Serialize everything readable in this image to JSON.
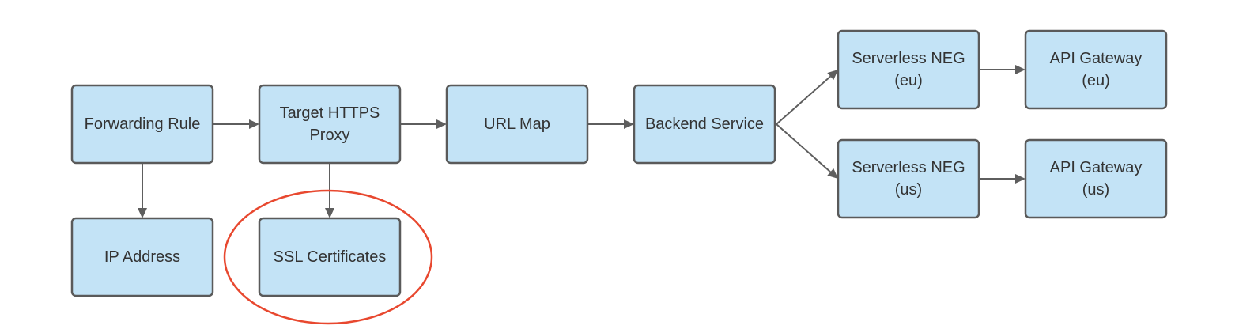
{
  "diagram": {
    "nodes": {
      "forwarding_rule": {
        "lines": [
          "Forwarding Rule"
        ]
      },
      "target_https_proxy": {
        "lines": [
          "Target HTTPS",
          "Proxy"
        ]
      },
      "url_map": {
        "lines": [
          "URL Map"
        ]
      },
      "backend_service": {
        "lines": [
          "Backend Service"
        ]
      },
      "serverless_neg_eu": {
        "lines": [
          "Serverless NEG",
          "(eu)"
        ]
      },
      "api_gateway_eu": {
        "lines": [
          "API Gateway",
          "(eu)"
        ]
      },
      "serverless_neg_us": {
        "lines": [
          "Serverless NEG",
          "(us)"
        ]
      },
      "api_gateway_us": {
        "lines": [
          "API Gateway",
          "(us)"
        ]
      },
      "ip_address": {
        "lines": [
          "IP Address"
        ]
      },
      "ssl_certificates": {
        "lines": [
          "SSL Certificates"
        ]
      }
    },
    "edges": [
      {
        "from": "forwarding_rule",
        "to": "target_https_proxy"
      },
      {
        "from": "target_https_proxy",
        "to": "url_map"
      },
      {
        "from": "url_map",
        "to": "backend_service"
      },
      {
        "from": "backend_service",
        "to": "serverless_neg_eu"
      },
      {
        "from": "backend_service",
        "to": "serverless_neg_us"
      },
      {
        "from": "serverless_neg_eu",
        "to": "api_gateway_eu"
      },
      {
        "from": "serverless_neg_us",
        "to": "api_gateway_us"
      },
      {
        "from": "forwarding_rule",
        "to": "ip_address"
      },
      {
        "from": "target_https_proxy",
        "to": "ssl_certificates"
      }
    ],
    "highlighted_node": "ssl_certificates",
    "colors": {
      "node_fill": "#c3e3f6",
      "node_border": "#5a5a5a",
      "arrow": "#5e5e5e",
      "highlight": "#e8482f"
    }
  }
}
